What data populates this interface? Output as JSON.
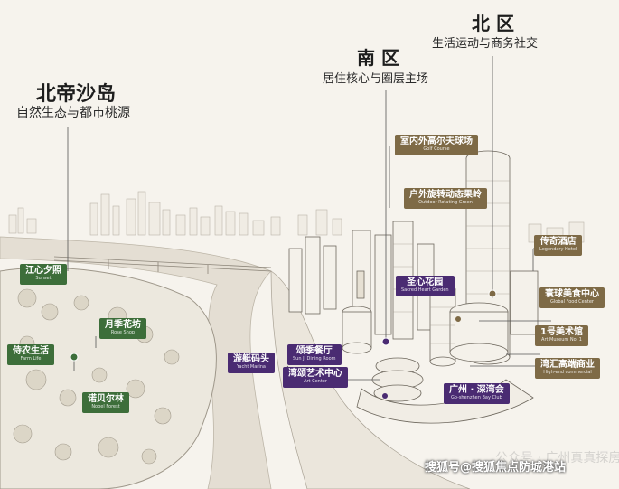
{
  "zones": {
    "north_island": {
      "title": "北帝沙岛",
      "subtitle": "自然生态与都市桃源"
    },
    "south": {
      "title": "南 区",
      "subtitle": "居住核心与圈层主场"
    },
    "north": {
      "title": "北 区",
      "subtitle": "生活运动与商务社交"
    }
  },
  "tags": {
    "sunset": {
      "cn": "江心夕照",
      "en": "Sunset"
    },
    "rose_shop": {
      "cn": "月季花坊",
      "en": "Rose Shop"
    },
    "farm_life": {
      "cn": "侍农生活",
      "en": "Farm Life"
    },
    "nobel_forest": {
      "cn": "诺贝尔林",
      "en": "Nobel Forest"
    },
    "yacht_marina": {
      "cn": "游艇码头",
      "en": "Yacht Marina"
    },
    "sun_ji": {
      "cn": "颂季餐厅",
      "en": "Sun Ji Dining Room"
    },
    "art_center": {
      "cn": "湾颂艺术中心",
      "en": "Art Center"
    },
    "heart_garden": {
      "cn": "圣心花园",
      "en": "Sacred Heart Garden"
    },
    "golf": {
      "cn": "室内外高尔夫球场",
      "en": "Golf Course"
    },
    "rotating": {
      "cn": "户外旋转动态果岭",
      "en": "Outdoor Rotating Green"
    },
    "legend_hotel": {
      "cn": "传奇酒店",
      "en": "Legendary Hotel"
    },
    "food_center": {
      "cn": "寰球美食中心",
      "en": "Global Food Center"
    },
    "museum": {
      "cn": "1号美术馆",
      "en": "Art Museum No. 1"
    },
    "commerce": {
      "cn": "湾汇高端商业",
      "en": "High-end commercial"
    },
    "bay_club": {
      "cn": "广州 · 深湾会",
      "en": "Go-shenzhen Bay Club"
    }
  },
  "watermark": {
    "text": "搜狐号@搜狐焦点防城港站",
    "faint": "公众号 · 广州真真探房"
  },
  "colors": {
    "green": "#3d6e3a",
    "purple": "#4a2b72",
    "brown": "#7e6a46",
    "line": "#555555"
  }
}
